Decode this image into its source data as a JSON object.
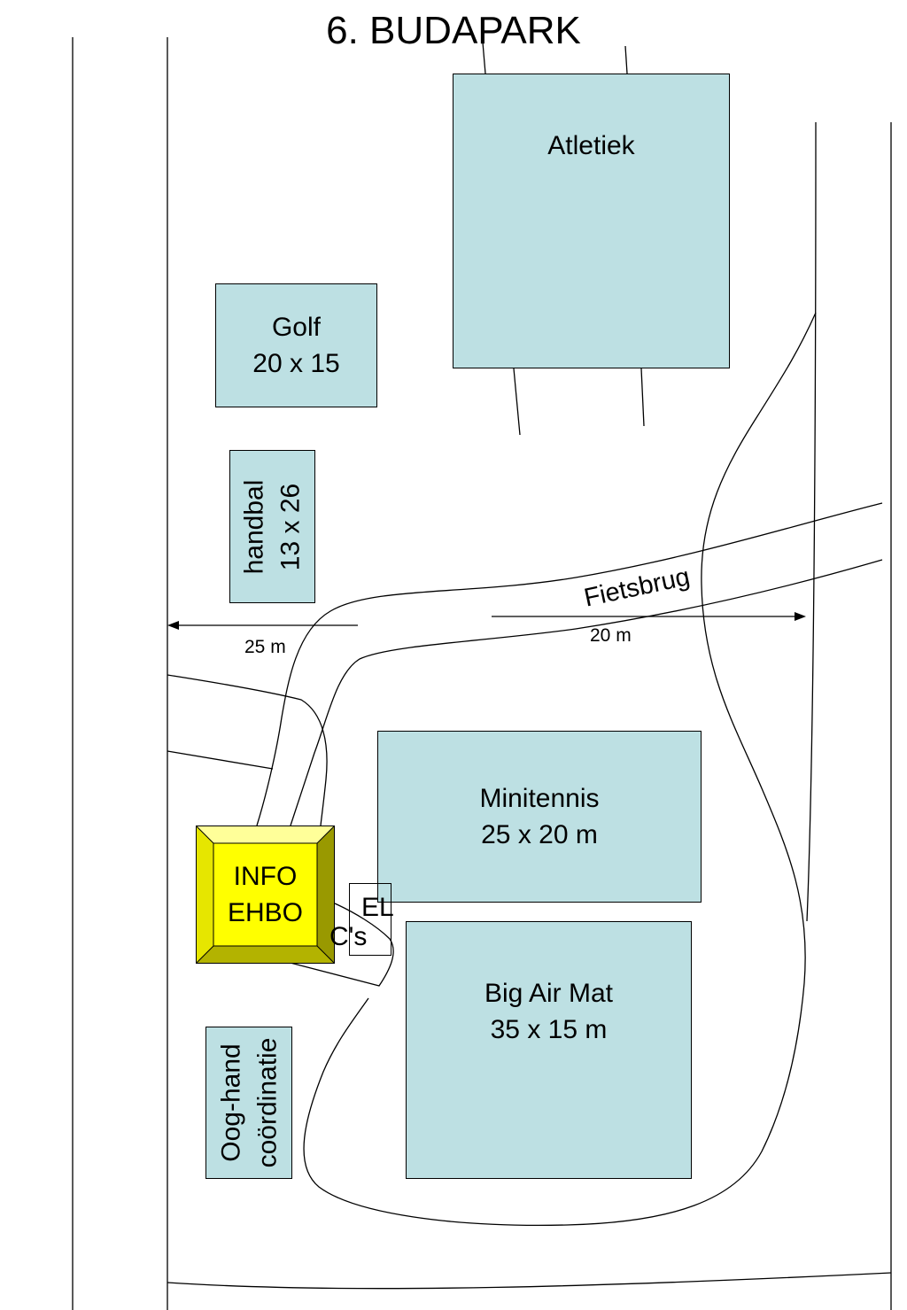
{
  "title": "6. BUDAPARK",
  "colors": {
    "zone_fill": "#bde0e3",
    "info_fill": "#ffff00",
    "info_bevel_light": "#ffff99",
    "info_bevel_dark": "#999900",
    "line": "#000000"
  },
  "zones": {
    "atletiek": "Atletiek",
    "golf": "Golf\n20 x 15",
    "handbal": "handbal\n13 x 26",
    "minitennis": "Minitennis\n25 x 20 m",
    "big_air_mat": "Big Air Mat\n35 x 15 m",
    "oog_hand": "Oog-hand\ncoördinatie"
  },
  "info": "INFO\nEHBO",
  "wc": {
    "line1": "EL",
    "line2": "C's"
  },
  "labels": {
    "fietsbrug": "Fietsbrug",
    "dist_20": "20 m",
    "dist_25": "25 m"
  }
}
